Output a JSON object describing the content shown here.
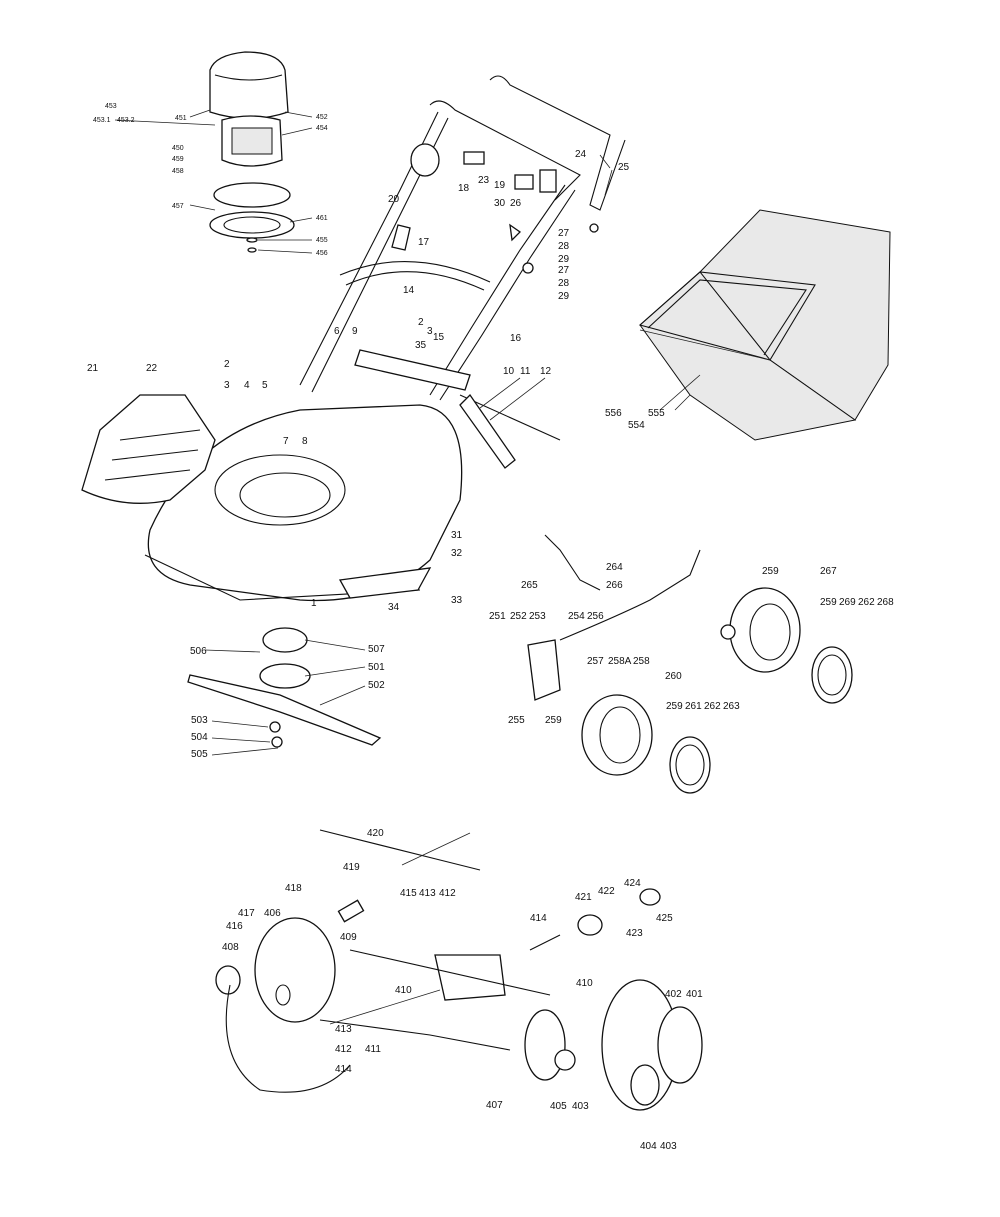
{
  "diagram": {
    "labels": [
      "453",
      "453.1",
      "453.2",
      "451",
      "452",
      "454",
      "450",
      "459",
      "458",
      "457",
      "461",
      "455",
      "456",
      "24",
      "25",
      "23",
      "19",
      "18",
      "26",
      "20",
      "30",
      "17",
      "27",
      "28",
      "29",
      "27",
      "28",
      "29",
      "14",
      "2",
      "3",
      "15",
      "16",
      "6",
      "9",
      "35",
      "2",
      "3",
      "4",
      "5",
      "22",
      "21",
      "10",
      "11",
      "12",
      "7",
      "8",
      "31",
      "32",
      "33",
      "34",
      "1",
      "556",
      "555",
      "554",
      "264",
      "265",
      "266",
      "251",
      "252",
      "253",
      "254",
      "256",
      "257",
      "258A",
      "258",
      "259",
      "255",
      "260",
      "259",
      "261",
      "262",
      "263",
      "259",
      "267",
      "259",
      "269",
      "262",
      "268",
      "506",
      "507",
      "501",
      "502",
      "503",
      "504",
      "505",
      "420",
      "419",
      "418",
      "415",
      "413",
      "412",
      "417",
      "406",
      "416",
      "409",
      "408",
      "410",
      "414",
      "421",
      "422",
      "424",
      "423",
      "425",
      "410",
      "413",
      "412",
      "411",
      "414",
      "407",
      "405",
      "403",
      "402",
      "401",
      "404",
      "403"
    ]
  }
}
